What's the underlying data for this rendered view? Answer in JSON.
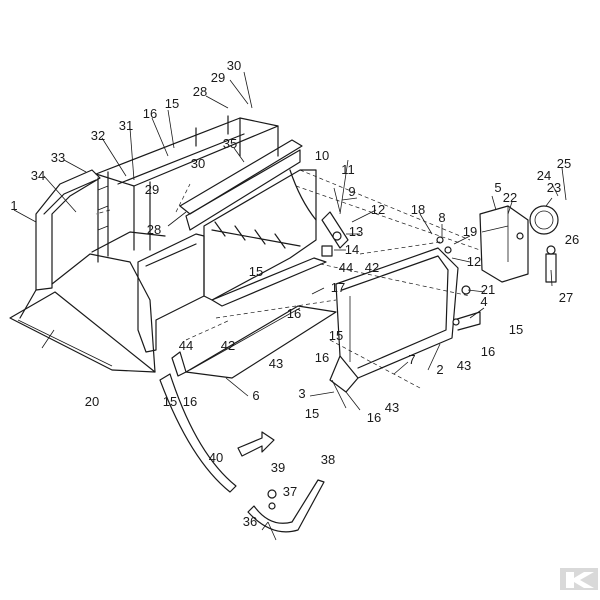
{
  "diagram": {
    "callouts": [
      "1",
      "2",
      "3",
      "4",
      "5",
      "6",
      "7",
      "8",
      "9",
      "10",
      "11",
      "12",
      "12",
      "13",
      "14",
      "15",
      "15",
      "15",
      "15",
      "15",
      "15",
      "16",
      "16",
      "16",
      "16",
      "16",
      "16",
      "17",
      "18",
      "19",
      "20",
      "21",
      "22",
      "23",
      "24",
      "25",
      "26",
      "27",
      "28",
      "28",
      "29",
      "29",
      "30",
      "30",
      "31",
      "32",
      "33",
      "34",
      "35",
      "36",
      "37",
      "38",
      "39",
      "40",
      "42",
      "42",
      "43",
      "43",
      "43",
      "44",
      "44"
    ],
    "watermark": {
      "icon": "kramp-logo-icon"
    }
  }
}
